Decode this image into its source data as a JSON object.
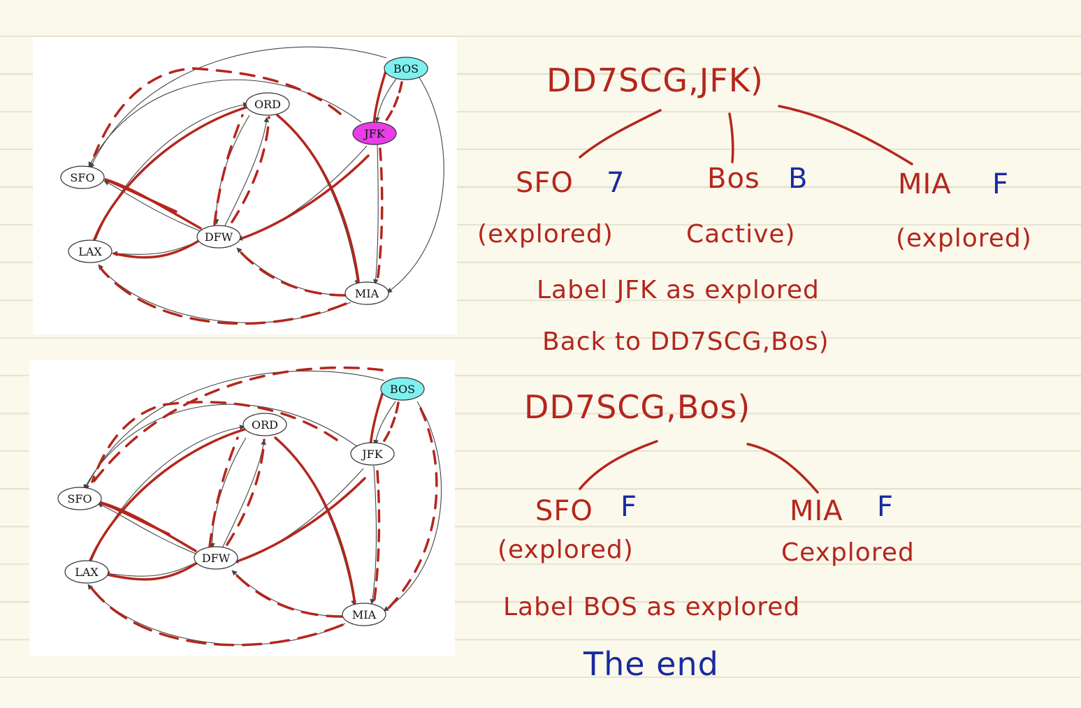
{
  "graphs": [
    {
      "id": "top",
      "nodes": [
        {
          "id": "BOS",
          "label": "BOS",
          "fill": "#7ff0f0"
        },
        {
          "id": "JFK",
          "label": "JFK",
          "fill": "#e83de8"
        },
        {
          "id": "ORD",
          "label": "ORD",
          "fill": "#ffffff"
        },
        {
          "id": "SFO",
          "label": "SFO",
          "fill": "#ffffff"
        },
        {
          "id": "DFW",
          "label": "DFW",
          "fill": "#ffffff"
        },
        {
          "id": "LAX",
          "label": "LAX",
          "fill": "#ffffff"
        },
        {
          "id": "MIA",
          "label": "MIA",
          "fill": "#ffffff"
        }
      ]
    },
    {
      "id": "bottom",
      "nodes": [
        {
          "id": "BOS",
          "label": "BOS",
          "fill": "#7ff0f0"
        },
        {
          "id": "JFK",
          "label": "JFK",
          "fill": "#ffffff"
        },
        {
          "id": "ORD",
          "label": "ORD",
          "fill": "#ffffff"
        },
        {
          "id": "SFO",
          "label": "SFO",
          "fill": "#ffffff"
        },
        {
          "id": "DFW",
          "label": "DFW",
          "fill": "#ffffff"
        },
        {
          "id": "LAX",
          "label": "LAX",
          "fill": "#ffffff"
        },
        {
          "id": "MIA",
          "label": "MIA",
          "fill": "#ffffff"
        }
      ]
    }
  ],
  "notes": {
    "call1": "DD7SCG,JFK)",
    "call1_children": [
      {
        "name": "SFO",
        "mark": "7",
        "status": "(explored)"
      },
      {
        "name": "Bos",
        "mark": "B",
        "status": "Cactive)"
      },
      {
        "name": "MIA",
        "mark": "F",
        "status": "(explored)"
      }
    ],
    "label_jfk": "Label JFK as explored",
    "back_to": "Back to DD7SCG,Bos)",
    "call2": "DD7SCG,Bos)",
    "call2_children": [
      {
        "name": "SFO",
        "mark": "F",
        "status": "(explored)"
      },
      {
        "name": "MIA",
        "mark": "F",
        "status": "Cexplored"
      }
    ],
    "label_bos": "Label BOS as explored",
    "the_end": "The end"
  },
  "colors": {
    "ink_red": "#b4261c",
    "ink_blue": "#1a2aa0",
    "edge": "#444444",
    "bos_fill": "#7ff0f0",
    "jfk_active_fill": "#e83de8"
  }
}
